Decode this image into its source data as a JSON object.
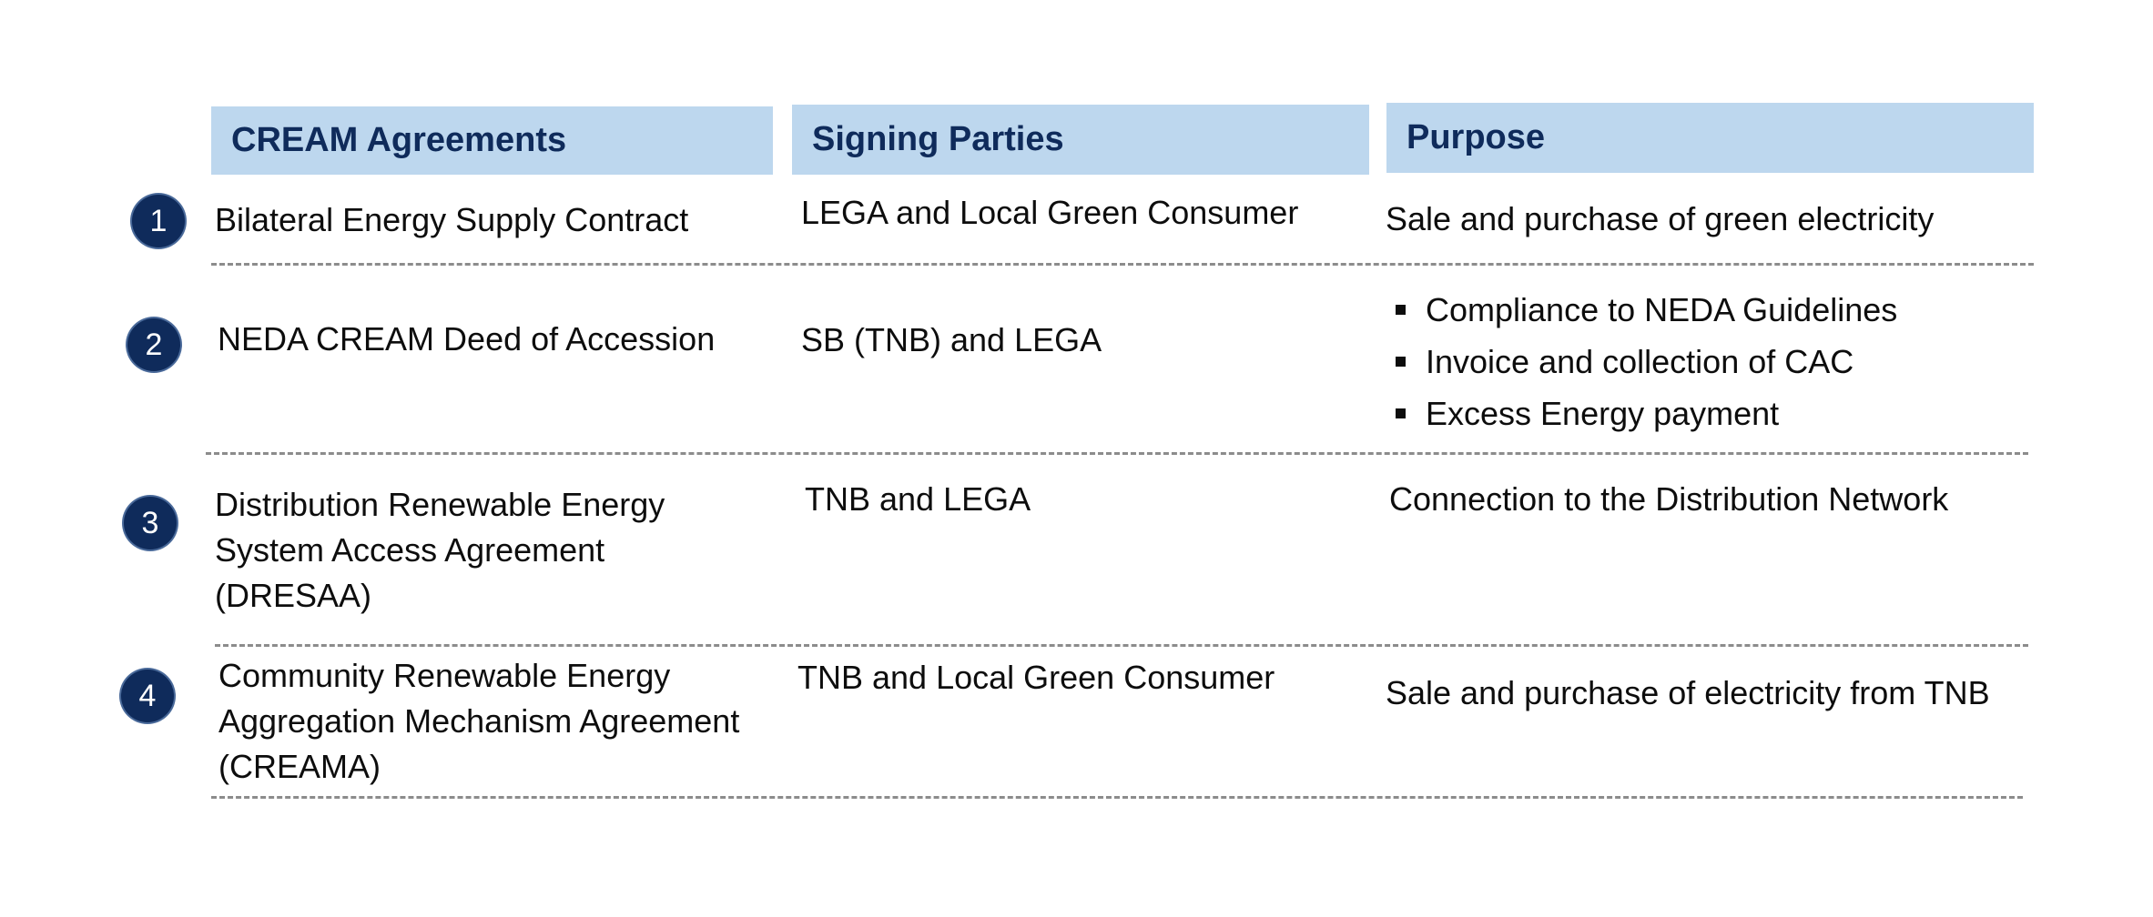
{
  "headers": {
    "agreements": "CREAM Agreements",
    "parties": "Signing Parties",
    "purpose": "Purpose"
  },
  "rows": [
    {
      "number": "1",
      "agreement": [
        "Bilateral Energy Supply Contract"
      ],
      "parties": "LEGA and Local Green Consumer",
      "purpose": "Sale and purchase of green electricity"
    },
    {
      "number": "2",
      "agreement": [
        "NEDA CREAM Deed of Accession"
      ],
      "parties": "SB (TNB) and LEGA",
      "purpose_bullets": [
        "Compliance to NEDA Guidelines",
        "Invoice and collection of CAC",
        "Excess Energy payment"
      ]
    },
    {
      "number": "3",
      "agreement": [
        "Distribution Renewable Energy",
        "System Access Agreement",
        "(DRESAA)"
      ],
      "parties": "TNB and LEGA",
      "purpose": "Connection to the Distribution Network"
    },
    {
      "number": "4",
      "agreement": [
        "Community Renewable Energy",
        "Aggregation Mechanism Agreement",
        "(CREAMA)"
      ],
      "parties": "TNB and Local Green Consumer",
      "purpose": "Sale and purchase of electricity from TNB"
    }
  ],
  "colors": {
    "header_bg": "#bdd7ee",
    "header_text": "#0f2b5b",
    "badge_bg": "#0f2b5b",
    "divider": "#8c8c8c"
  }
}
